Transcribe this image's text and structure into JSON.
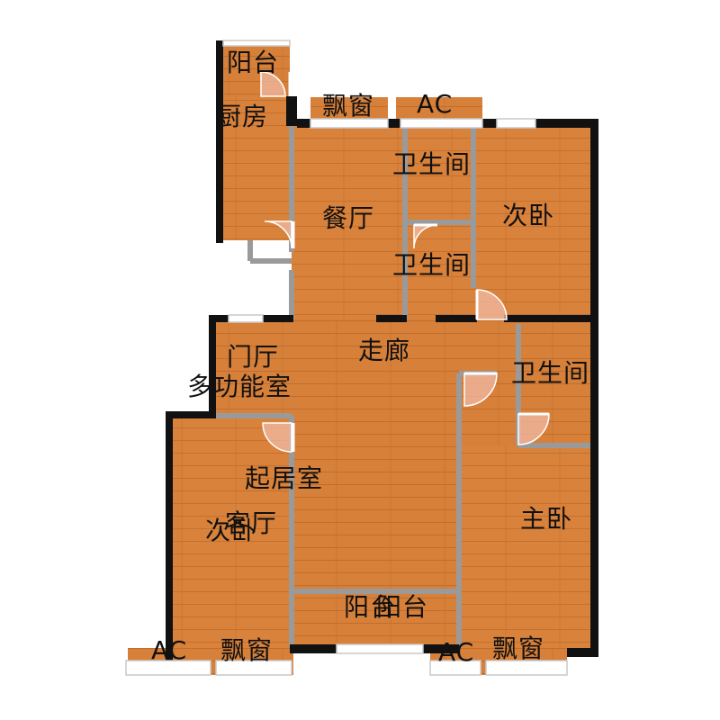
{
  "colors": {
    "floor": "#d9823b",
    "floor_dark": "#c5702e",
    "wall": "#111111",
    "partition": "#9a9a9a",
    "window_frame": "#c8c8c8",
    "door_arc": "#e9a68d"
  },
  "rooms": {
    "balcony_top": "阳台",
    "kitchen": "厨房",
    "bay_window_top": "飘窗",
    "ac_top": "AC",
    "bathroom_1": "卫生间",
    "dining": "餐厅",
    "second_bedroom_right": "次卧",
    "bathroom_2": "卫生间",
    "corridor": "走廊",
    "foyer": "门厅",
    "multi_function": "多功能室",
    "bathroom_3": "卫生间",
    "living_room": "起居室",
    "second_bedroom_left": "次卧",
    "guest_hall": "客厅",
    "master_bedroom": "主卧",
    "balcony_bottom_a": "阳台",
    "balcony_bottom_b": "阳台",
    "ac_bottom_left": "AC",
    "bay_window_bottom_left": "飘窗",
    "ac_bottom_right": "AC",
    "bay_window_bottom_right": "飘窗"
  }
}
